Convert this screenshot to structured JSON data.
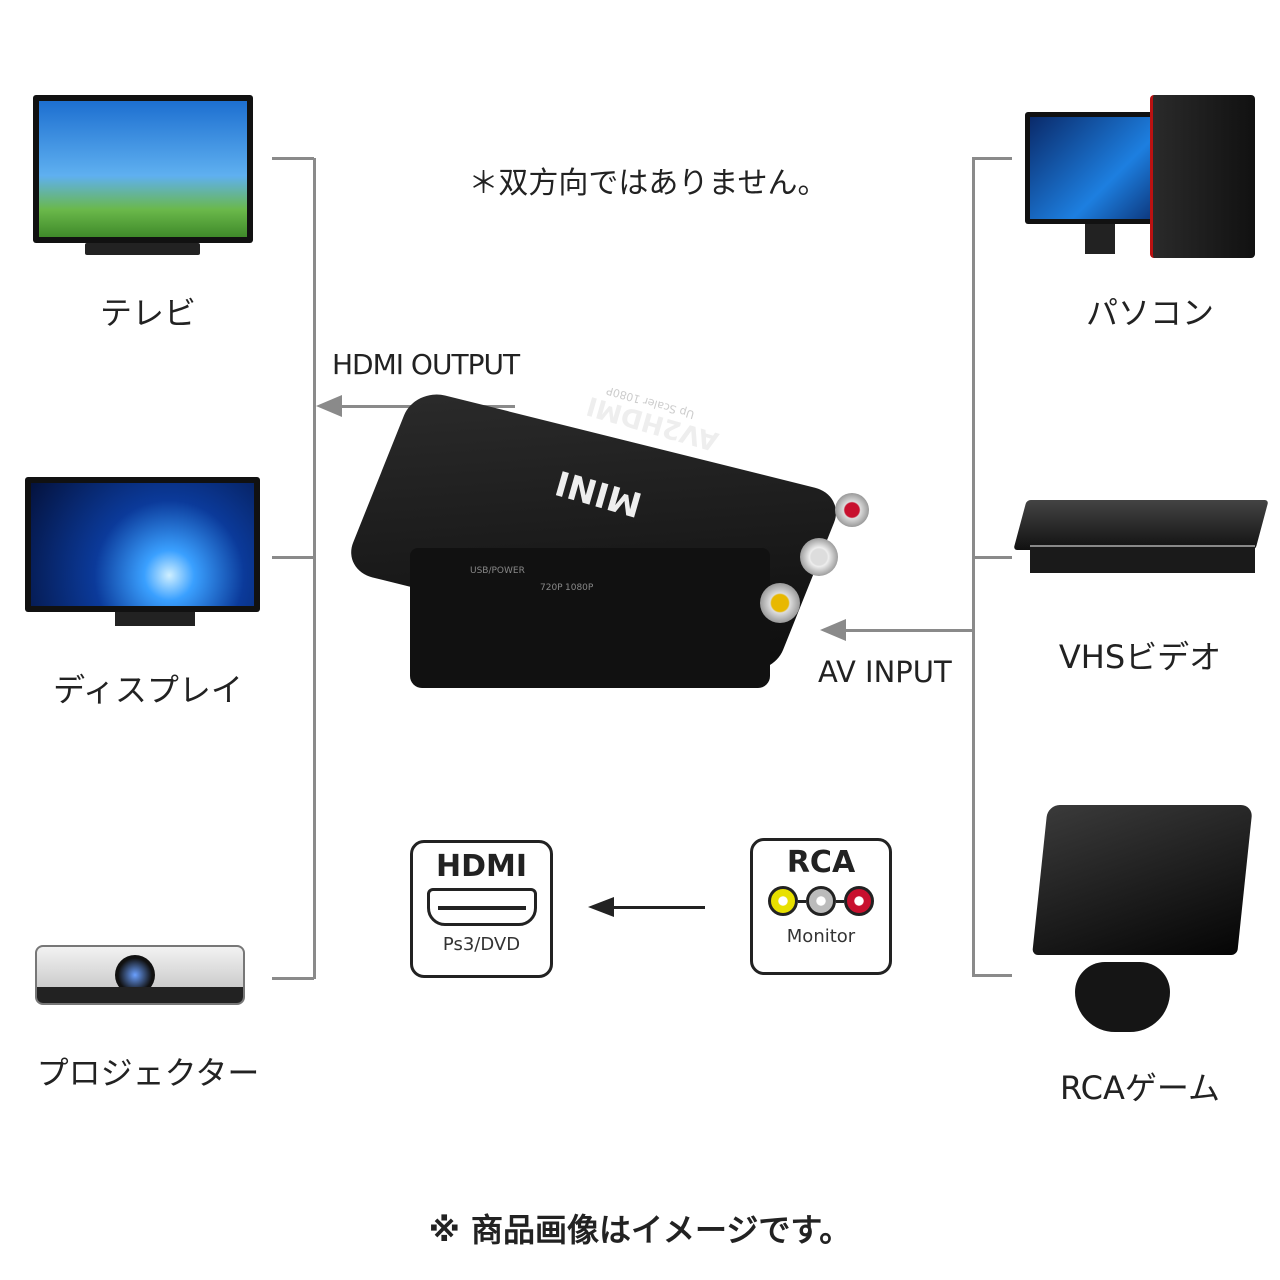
{
  "note": "＊双方向ではありません。",
  "footer": "※ 商品画像はイメージです。",
  "hdmi_output_label": "HDMI OUTPUT",
  "av_input_label": "AV INPUT",
  "outputs": [
    {
      "label": "テレビ",
      "icon": "tv-icon"
    },
    {
      "label": "ディスプレイ",
      "icon": "display-icon"
    },
    {
      "label": "プロジェクター",
      "icon": "projector-icon"
    }
  ],
  "inputs": [
    {
      "label": "パソコン",
      "icon": "pc-icon"
    },
    {
      "label": "VHSビデオ",
      "icon": "vhs-icon"
    },
    {
      "label": "RCAゲーム",
      "icon": "game-console-icon"
    }
  ],
  "device": {
    "title": "AV2HDMI",
    "subtitle": "Up Scaler 1080P",
    "mini": "MINI",
    "port_label": "USB/POWER",
    "switch_720": "720P",
    "switch_1080": "1080P"
  },
  "hdmi_box": {
    "title": "HDMI",
    "caption": "Ps3/DVD"
  },
  "rca_box": {
    "title": "RCA",
    "caption": "Monitor"
  },
  "colors": {
    "line": "#8a8a8a",
    "rca_yellow": "#e8d800",
    "rca_white": "#cccccc",
    "rca_red": "#c8102e"
  }
}
